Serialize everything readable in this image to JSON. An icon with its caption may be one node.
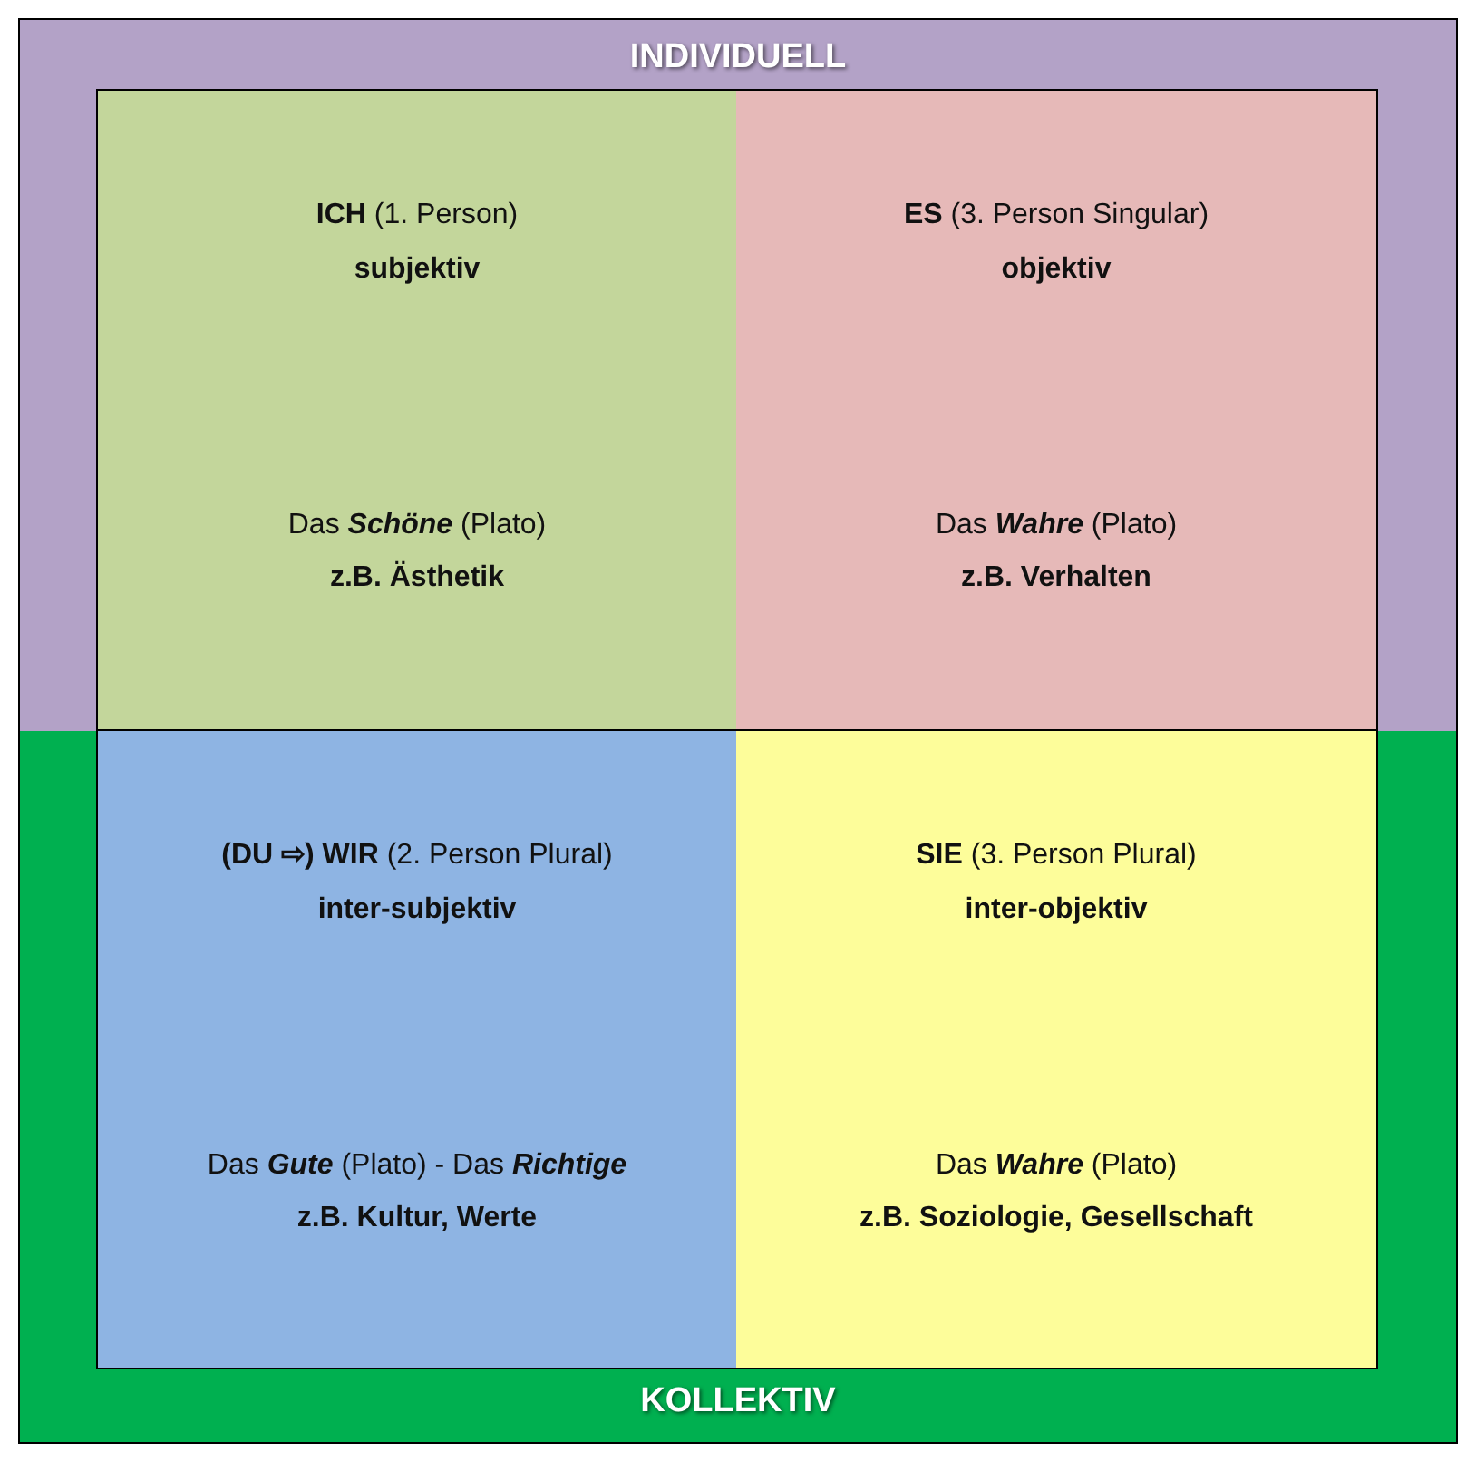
{
  "diagram": {
    "nodes": [
      {
        "text": [
          "INDIVIDUELL"
        ]
      },
      {
        "text": [
          "**ICH** (1. Person)",
          "subjektiv",
          "Das **Schöne** (Plato)",
          "z.B. Ästhetik"
        ],
        "in": 0
      },
      {
        "text": [
          "**ES** (3. Person Singular)",
          "objektiv",
          "Das **Wahre** (Plato)",
          "z.B. Verhalten"
        ],
        "in": 0
      },
      {
        "text": [
          "KOLLEKTIV"
        ]
      },
      {
        "text": [
          "**(DU ⇨) WIR** (2. Person Plural)",
          "inter-subjektiv",
          "Das **Gute** (Plato) - Das **Richtige**",
          "z.B. Kultur, Werte"
        ],
        "in": 3
      },
      {
        "text": [
          "**SIE** (3. Person Plural)",
          "inter-objektiv",
          "Das **Wahre** (Plato)",
          "z.B. Soziologie, Gesellschaft"
        ],
        "in": 3
      }
    ]
  }
}
